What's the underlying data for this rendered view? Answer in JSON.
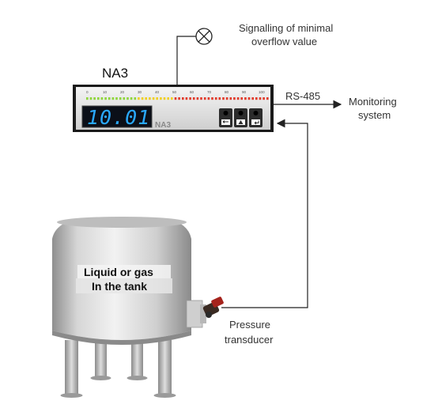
{
  "device": {
    "name_label": "NA3",
    "display_value": "10.01",
    "panel_brand": "NA3",
    "scale_ticks": [
      "0",
      "10",
      "20",
      "30",
      "40",
      "50",
      "60",
      "70",
      "80",
      "90",
      "100"
    ]
  },
  "annotations": {
    "signal_line1": "Signalling of minimal",
    "signal_line2": "overflow value",
    "rs485": "RS-485",
    "monitoring_line1": "Monitoring",
    "monitoring_line2": "system",
    "transducer_line1": "Pressure",
    "transducer_line2": "transducer"
  },
  "tank": {
    "label_line1": "Liquid or gas",
    "label_line2": "In the tank"
  },
  "colors": {
    "display_digits": "#2aa9ff",
    "display_bg": "#0b0f18",
    "bar_green": "#8fd63a",
    "bar_yellow": "#f0d020",
    "bar_red": "#e23b2b"
  },
  "icons": [
    "lamp-icon",
    "arrow-icon",
    "button-cycle-icon",
    "button-up-icon",
    "button-enter-icon"
  ]
}
